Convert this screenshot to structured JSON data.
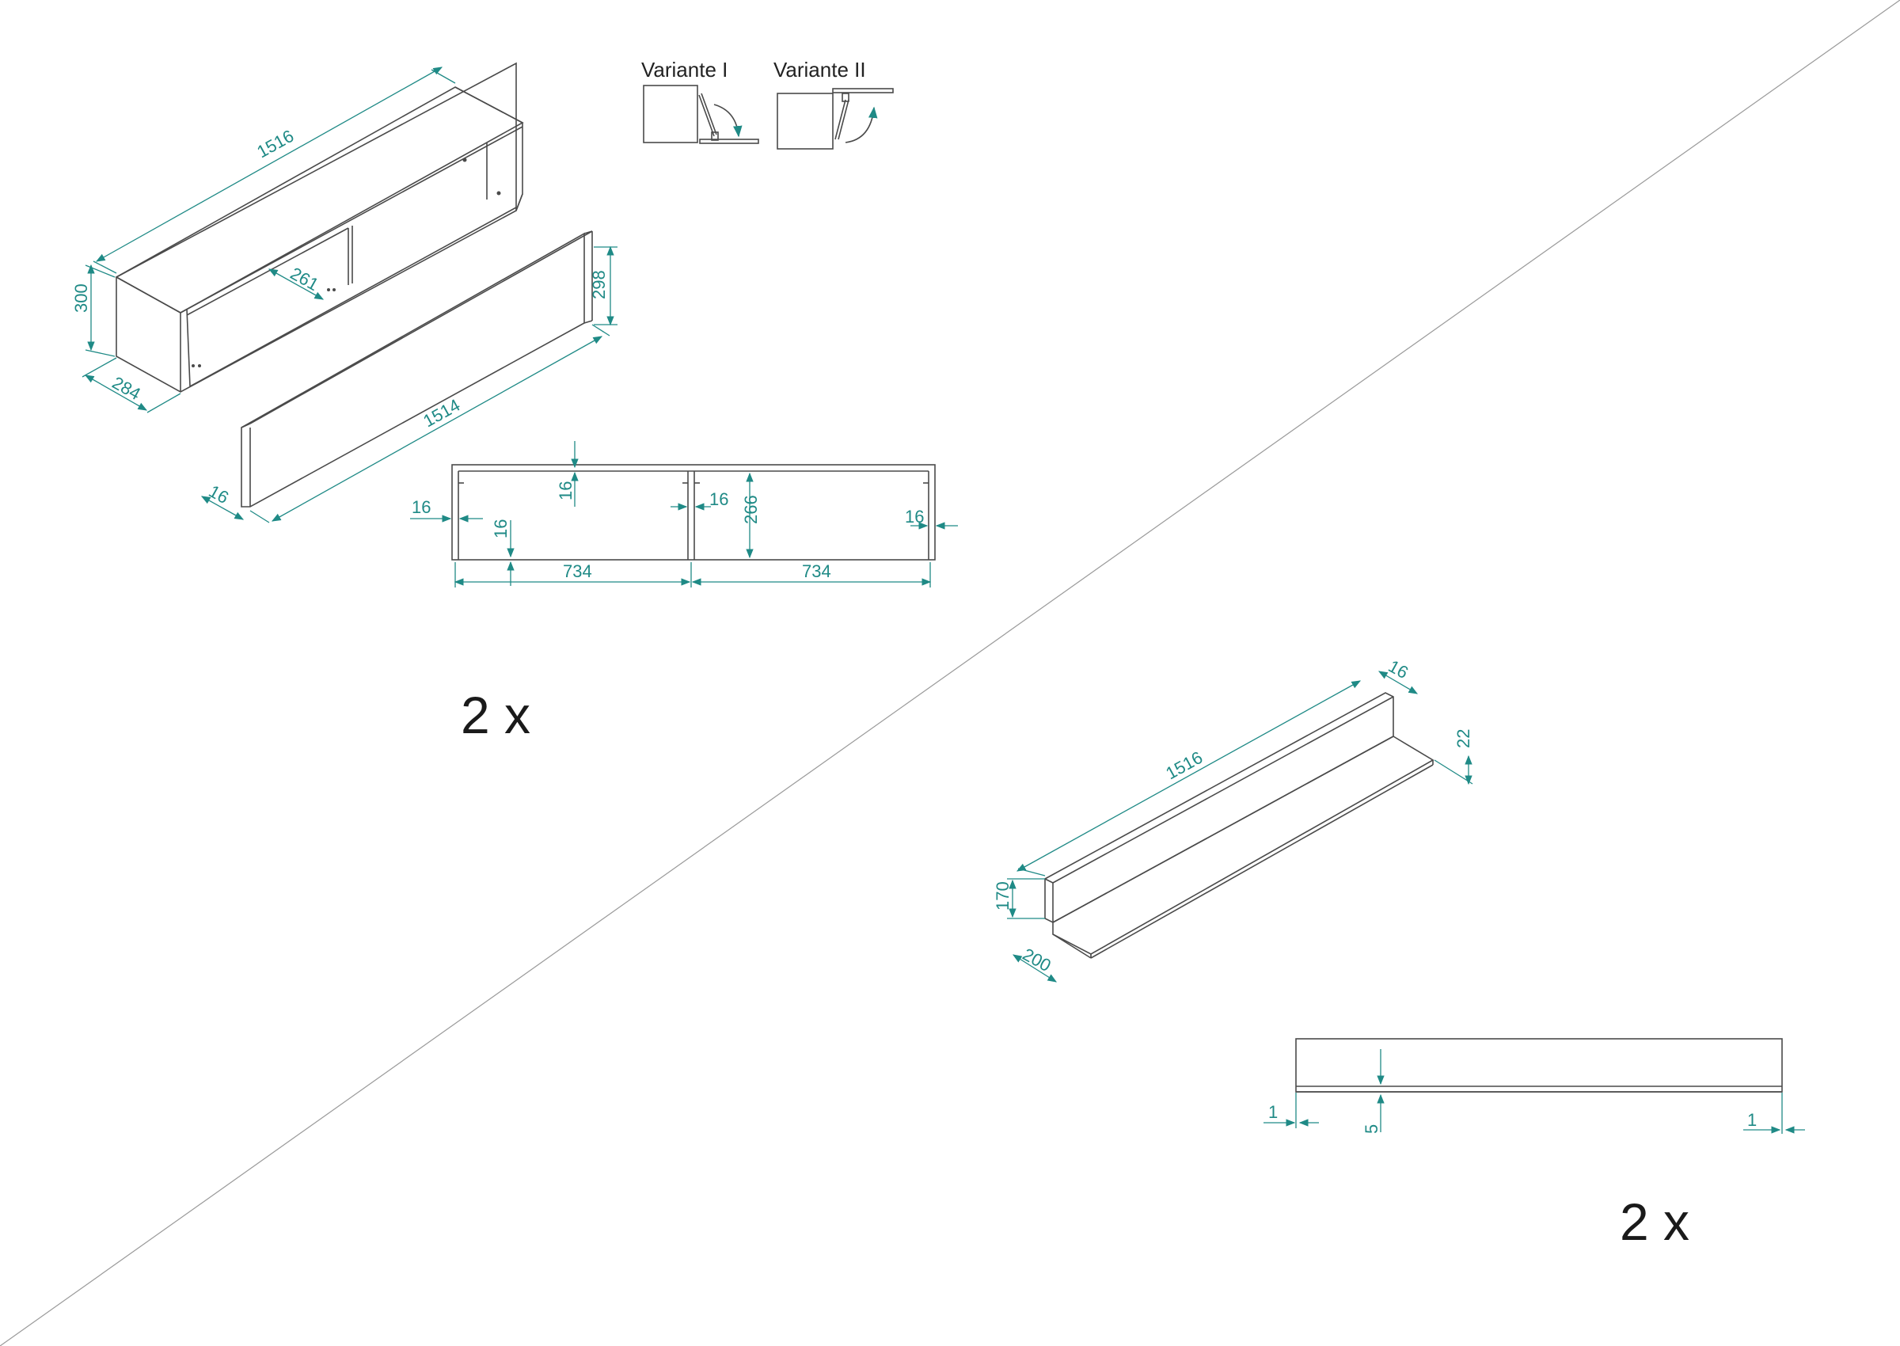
{
  "variants": {
    "v1": "Variante I",
    "v2": "Variante II"
  },
  "cabinet": {
    "width": "1516",
    "height": "300",
    "depth": "284",
    "inner_depth": "261"
  },
  "front_panel": {
    "height": "298",
    "width": "1514",
    "thickness": "16"
  },
  "front_view": {
    "top_gap": "16",
    "left_thickness": "16",
    "bottom_gap": "16",
    "middle_thickness": "16",
    "inner_height": "266",
    "right_thickness": "16",
    "left_width": "734",
    "right_width": "734"
  },
  "quantity_cabinet": "2 x",
  "shelf": {
    "thickness": "16",
    "length": "1516",
    "offset": "22",
    "height": "170",
    "depth": "200"
  },
  "shelf_front": {
    "left_gap": "1",
    "groove": "5",
    "right_gap": "1"
  },
  "quantity_shelf": "2 x",
  "colors": {
    "line": "#4a4a4a",
    "dimension": "#1f8a86",
    "divider": "#9a9a9a"
  }
}
